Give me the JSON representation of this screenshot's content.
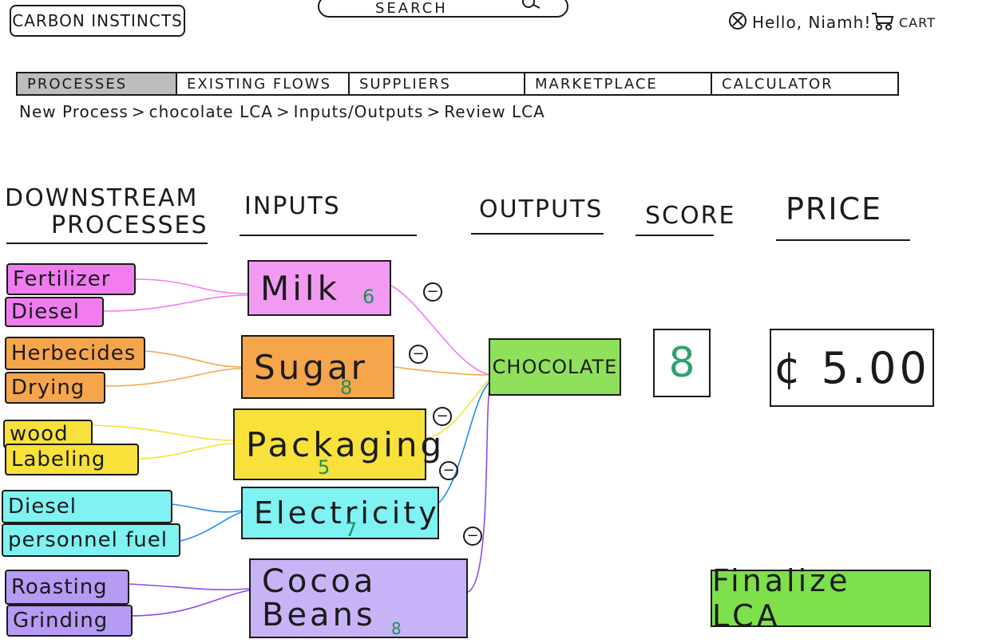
{
  "header": {
    "logo": "CARBON INSTINCTS",
    "search_label": "SEARCH",
    "greeting": "Hello, Niamh!",
    "cart_label": "CART"
  },
  "tabs": [
    {
      "label": "PROCESSES",
      "active": true
    },
    {
      "label": "EXISTING FLOWS",
      "active": false
    },
    {
      "label": "SUPPLIERS",
      "active": false
    },
    {
      "label": "MARKETPLACE",
      "active": false
    },
    {
      "label": "CALCULATOR",
      "active": false
    }
  ],
  "breadcrumb": [
    "New Process",
    ">",
    "chocolate LCA",
    ">",
    "Inputs/Outputs",
    ">",
    "Review LCA"
  ],
  "columns": {
    "downstream_line1": "DOWNSTREAM",
    "downstream_line2": "PROCESSES",
    "inputs": "INPUTS",
    "outputs": "OUTPUTS",
    "score": "SCORE",
    "price": "PRICE"
  },
  "downstream": [
    {
      "label": "Fertilizer",
      "color": "#f07cf0"
    },
    {
      "label": "Diesel",
      "color": "#f07cf0"
    },
    {
      "label": "Herbecides",
      "color": "#f5a64a"
    },
    {
      "label": "Drying",
      "color": "#f5a64a"
    },
    {
      "label": "wood",
      "color": "#f7e13a"
    },
    {
      "label": "Labeling",
      "color": "#f7e13a"
    },
    {
      "label": "Diesel",
      "color": "#6ff0f0"
    },
    {
      "label": "personnel fuel",
      "color": "#6ff0f0"
    },
    {
      "label": "Roasting",
      "color": "#a98af0"
    },
    {
      "label": "Grinding",
      "color": "#a98af0"
    }
  ],
  "inputs": [
    {
      "name": "Milk",
      "qty": "6",
      "color": "#f29af2"
    },
    {
      "name": "Sugar",
      "qty": "8",
      "color": "#f5a64a"
    },
    {
      "name": "Packaging",
      "qty": "5",
      "color": "#f7e13a"
    },
    {
      "name": "Electricity",
      "qty": "7",
      "color": "#7ff2f2"
    },
    {
      "name": "Cocoa Beans",
      "qty": "8",
      "color": "#c9b3f7"
    }
  ],
  "minus_symbol": "−",
  "output": {
    "label": "CHOCOLATE",
    "color": "#8fe05a"
  },
  "score": {
    "value": "8"
  },
  "price": {
    "value": "¢ 5.00"
  },
  "finalize_label": "Finalize LCA"
}
